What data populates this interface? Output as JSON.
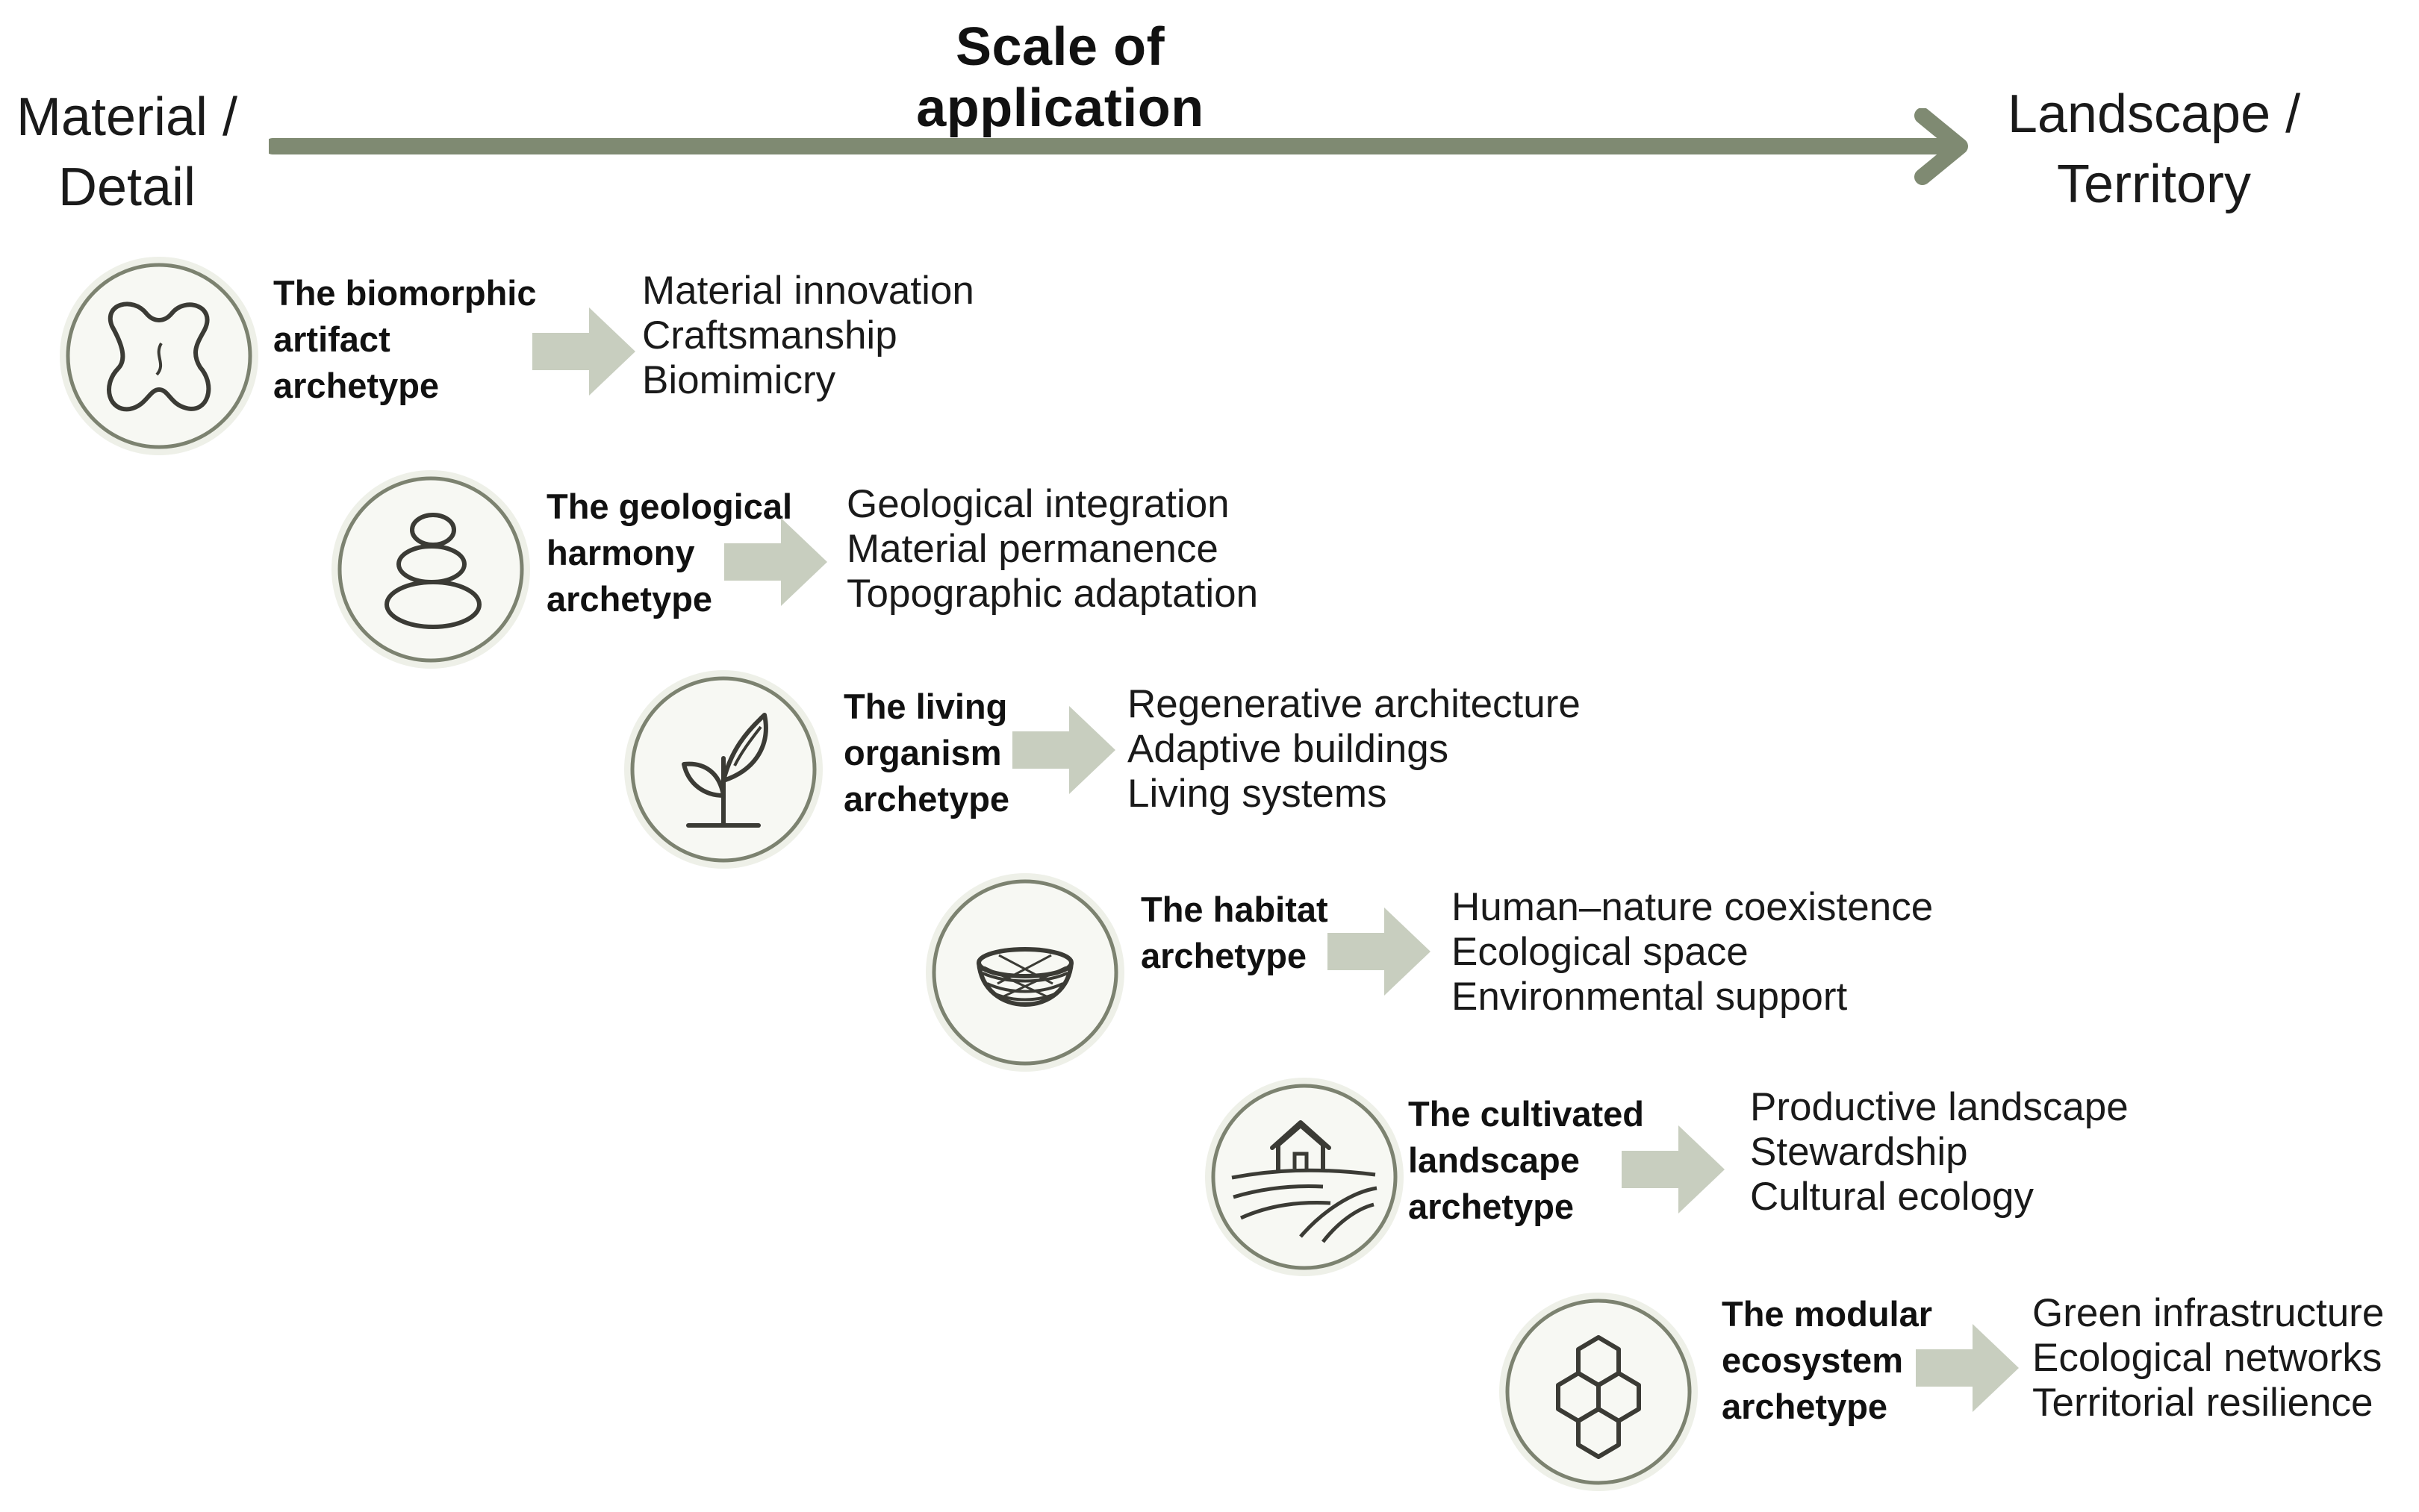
{
  "header": {
    "title": "Scale of application",
    "left_end": [
      "Material /",
      "Detail"
    ],
    "right_end": [
      "Landscape /",
      "Territory"
    ]
  },
  "colors": {
    "axis_arrow": "#7f8a72",
    "step_arrow": "#c8cebf",
    "icon_fill": "#eef0e8",
    "icon_ring": "#7c8270",
    "icon_stroke": "#3b3b35"
  },
  "archetypes": [
    {
      "name": [
        "The biomorphic",
        "artifact",
        "archetype"
      ],
      "icon": "biomorphic-blob-icon",
      "features": [
        "Material innovation",
        "Craftsmanship",
        "Biomimicry"
      ]
    },
    {
      "name": [
        "The geological",
        "harmony",
        "archetype"
      ],
      "icon": "stacked-stones-icon",
      "features": [
        "Geological integration",
        "Material permanence",
        "Topographic adaptation"
      ]
    },
    {
      "name": [
        "The living",
        "organism",
        "archetype"
      ],
      "icon": "sprout-icon",
      "features": [
        "Regenerative architecture",
        "Adaptive buildings",
        "Living systems"
      ]
    },
    {
      "name": [
        "The habitat",
        "archetype"
      ],
      "icon": "nest-icon",
      "features": [
        "Human–nature coexistence",
        "Ecological space",
        "Environmental support"
      ]
    },
    {
      "name": [
        "The cultivated",
        "landscape",
        "archetype"
      ],
      "icon": "farmhouse-fields-icon",
      "features": [
        "Productive landscape",
        "Stewardship",
        "Cultural ecology"
      ]
    },
    {
      "name": [
        "The modular",
        "ecosystem",
        "archetype"
      ],
      "icon": "hexagon-cluster-icon",
      "features": [
        "Green infrastructure",
        "Ecological networks",
        "Territorial resilience"
      ]
    }
  ]
}
